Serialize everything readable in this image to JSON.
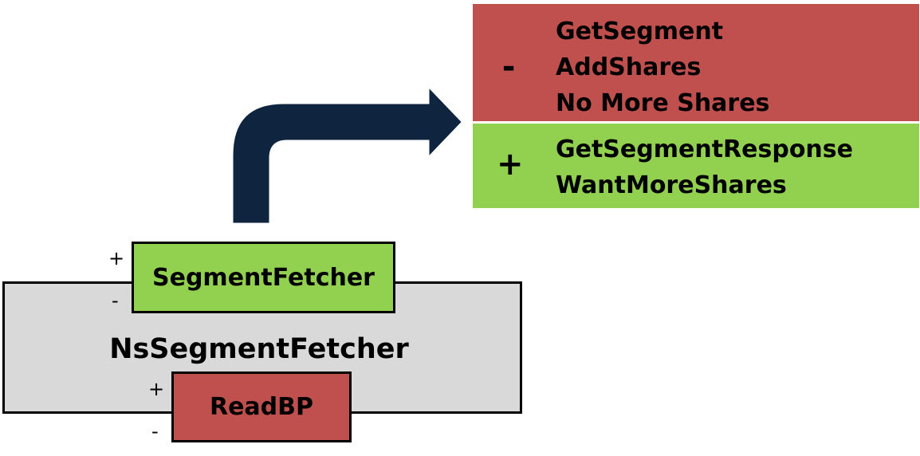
{
  "component": {
    "outer_label": "NsSegmentFetcher",
    "top_port": {
      "label": "SegmentFetcher",
      "plus": "+",
      "minus": "-",
      "color": "#92d050"
    },
    "bottom_port": {
      "label": "ReadBP",
      "plus": "+",
      "minus": "-",
      "color": "#c0504d"
    }
  },
  "port_detail": {
    "minus_panel": {
      "sign": "-",
      "color": "#c0504d",
      "lines": [
        "GetSegment",
        "AddShares",
        "No More Shares"
      ]
    },
    "plus_panel": {
      "sign": "+",
      "color": "#92d050",
      "lines": [
        "GetSegmentResponse",
        "WantMoreShares"
      ]
    }
  },
  "arrow_color": "#0f243e"
}
